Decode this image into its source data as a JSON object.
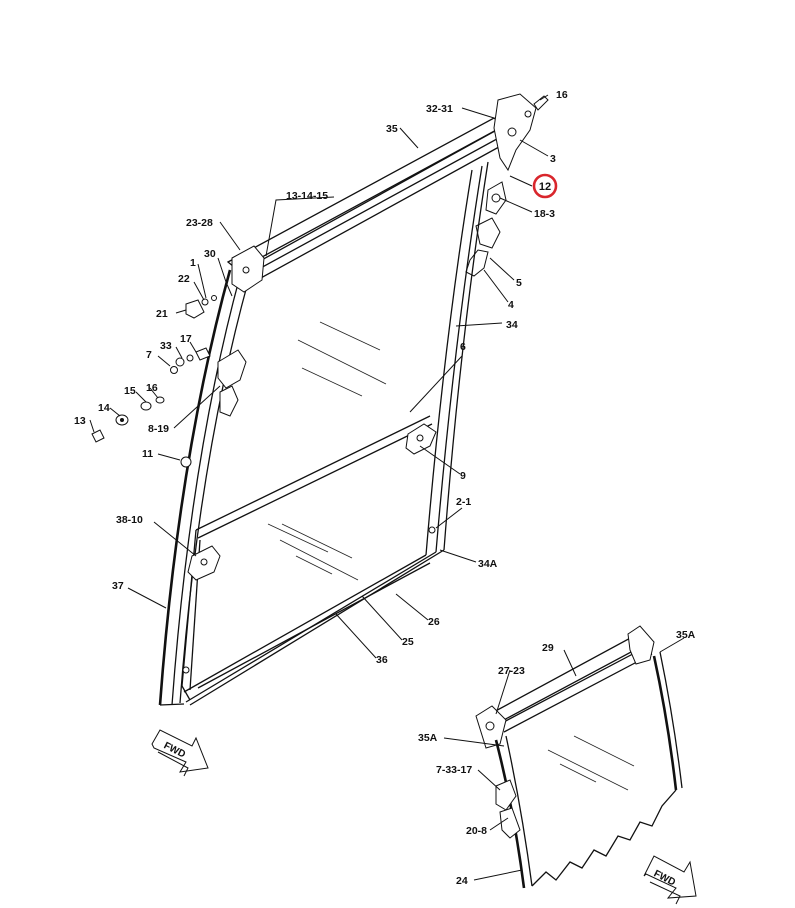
{
  "labels": {
    "l16": "16",
    "l32_31": "32-31",
    "l35": "35",
    "l3": "3",
    "l12": "12",
    "l18_3": "18-3",
    "l13_14_15": "13-14-15",
    "l23_28": "23-28",
    "l30": "30",
    "l1": "1",
    "l22": "22",
    "l5": "5",
    "l4": "4",
    "l21": "21",
    "l34": "34",
    "l17": "17",
    "l33": "33",
    "l7": "7",
    "l6": "6",
    "l15": "15",
    "l16b": "16",
    "l14": "14",
    "l13": "13",
    "l8_19": "8-19",
    "l11": "11",
    "l9": "9",
    "l2_1": "2-1",
    "l38_10": "38-10",
    "l34a": "34A",
    "l37": "37",
    "l26": "26",
    "l25": "25",
    "l36": "36",
    "l29": "29",
    "l35a_top": "35A",
    "l27_23": "27-23",
    "l35a_left": "35A",
    "l7_33_17": "7-33-17",
    "l20_8": "20-8",
    "l24": "24"
  },
  "fwd": {
    "left": "FWD",
    "right": "FWD"
  },
  "highlight": {
    "color": "#d9262c"
  }
}
